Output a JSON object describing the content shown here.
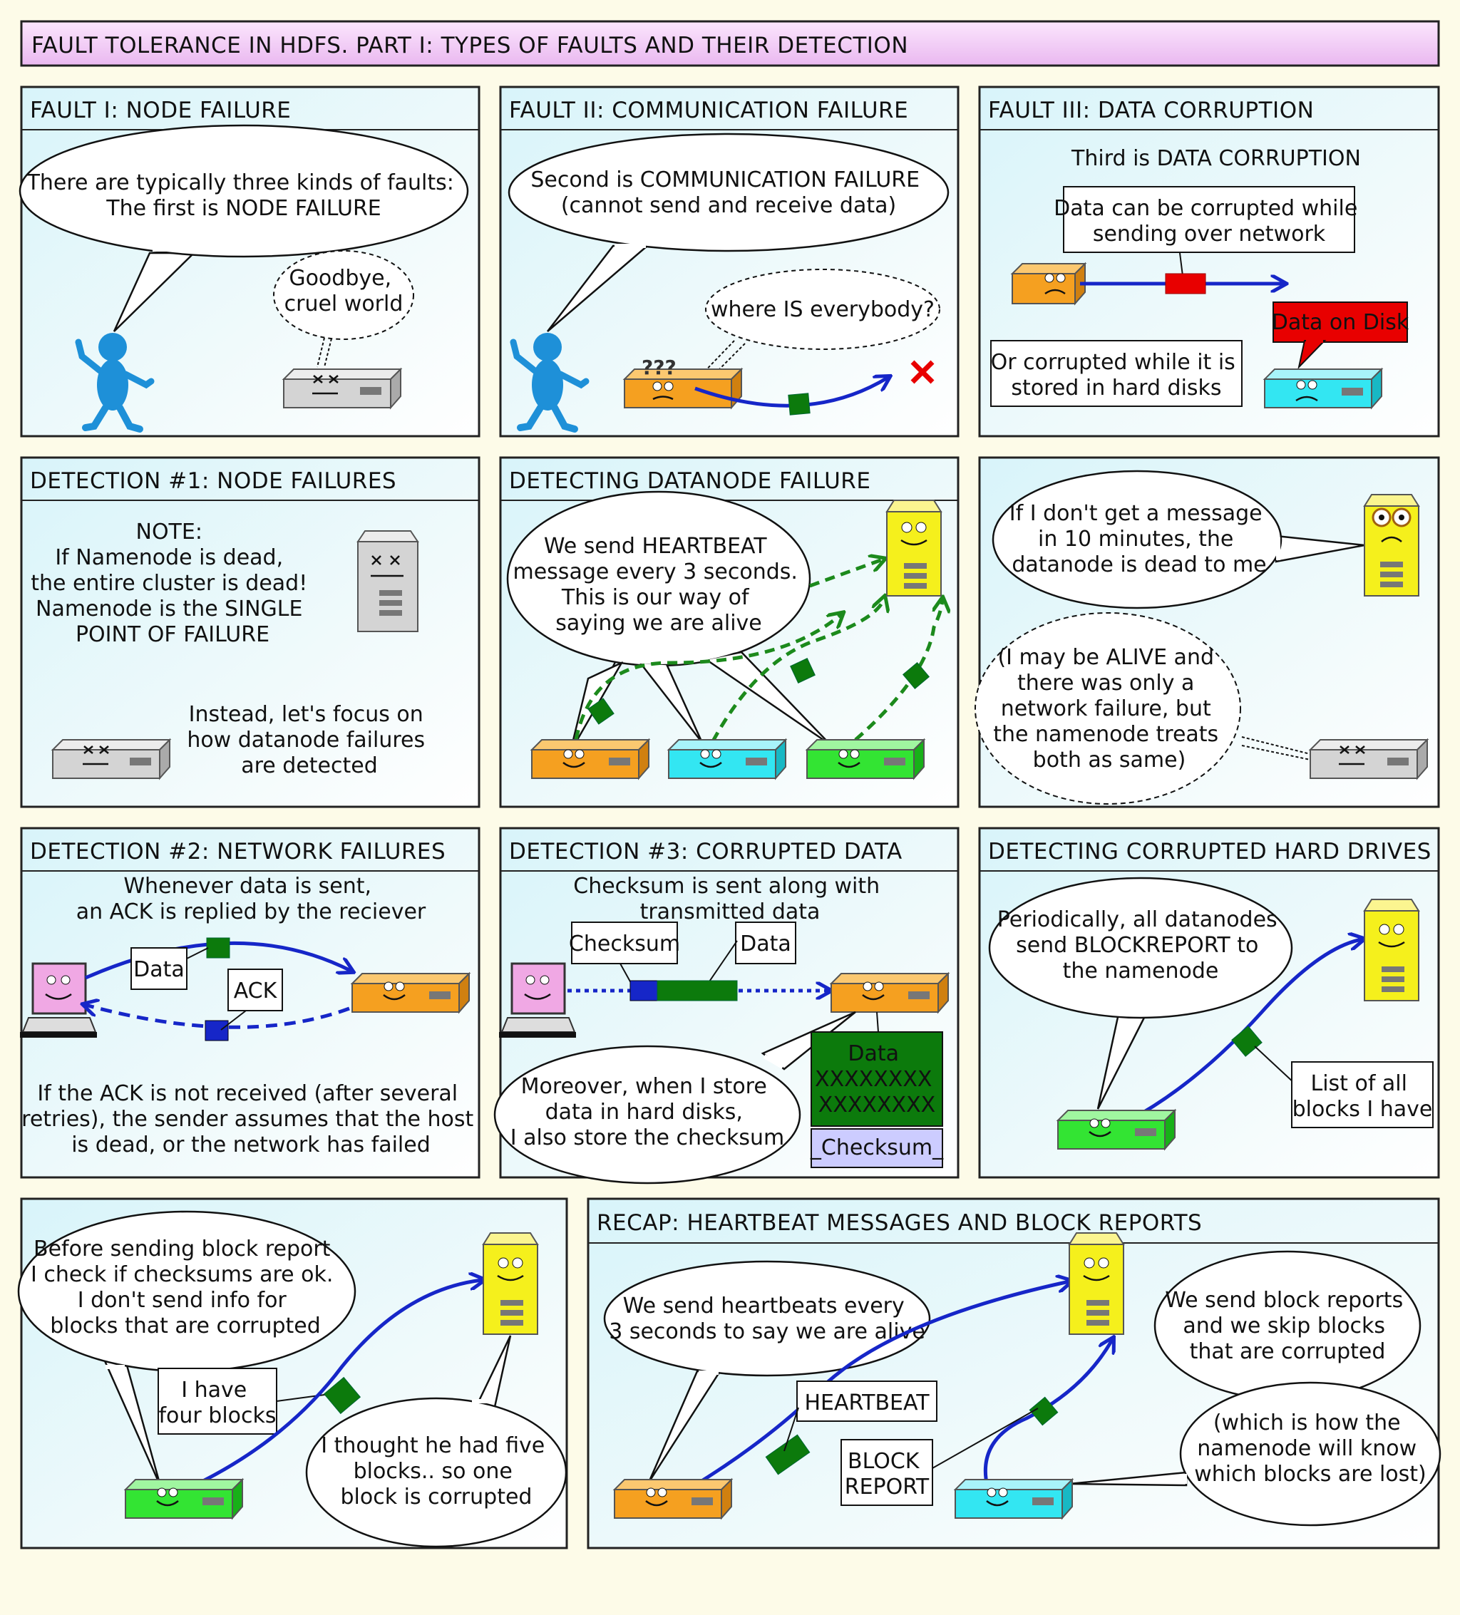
{
  "title": "FAULT TOLERANCE IN HDFS. PART I: TYPES OF FAULTS AND THEIR DETECTION",
  "panels": {
    "p1": {
      "title": "FAULT I: NODE FAILURE",
      "speech": [
        "There are typically three kinds of faults:",
        "The first is NODE FAILURE"
      ],
      "thought": [
        "Goodbye,",
        "cruel world"
      ]
    },
    "p2": {
      "title": "FAULT II: COMMUNICATION FAILURE",
      "speech": [
        "Second is COMMUNICATION FAILURE",
        "(cannot send and receive data)"
      ],
      "thought": [
        "where IS everybody?"
      ],
      "marks": "???"
    },
    "p3": {
      "title": "FAULT III: DATA CORRUPTION",
      "intro": "Third is DATA CORRUPTION",
      "box1": [
        "Data can be corrupted while",
        "sending over network"
      ],
      "box2": [
        "Or corrupted while it is",
        "stored in hard disks"
      ],
      "red_label": "Data on Disk"
    },
    "p4": {
      "title": "DETECTION #1: NODE FAILURES",
      "note": [
        "NOTE:",
        "If Namenode is dead,",
        "the entire cluster is dead!",
        "Namenode is the SINGLE",
        "POINT OF FAILURE"
      ],
      "focus": [
        "Instead, let's focus on",
        "how datanode failures",
        "are detected"
      ]
    },
    "p5": {
      "title": "DETECTING DATANODE FAILURE",
      "speech": [
        "We send HEARTBEAT",
        "message every 3 seconds.",
        "This is our way of",
        "saying we are alive"
      ]
    },
    "p6": {
      "speech": [
        "If I don't get a message",
        "in 10 minutes, the",
        "datanode is dead to me"
      ],
      "thought": [
        "(I may be ALIVE and",
        "there was only a",
        "network failure, but",
        "the namenode treats",
        "both as same)"
      ]
    },
    "p7": {
      "title": "DETECTION #2: NETWORK FAILURES",
      "top": [
        "Whenever data is sent,",
        "an ACK is replied by the reciever"
      ],
      "label_data": "Data",
      "label_ack": "ACK",
      "bottom": [
        "If the ACK is not received (after several",
        "retries), the sender assumes that the host",
        "is dead, or the network has failed"
      ]
    },
    "p8": {
      "title": "DETECTION #3: CORRUPTED DATA",
      "top": [
        "Checksum is sent along with",
        "transmitted data"
      ],
      "label_checksum": "Checksum",
      "label_data": "Data",
      "speech": [
        "Moreover, when I store",
        "data in hard disks,",
        "I also store the checksum"
      ],
      "disk_data": [
        "Data",
        "XXXXXXXX",
        "XXXXXXXX"
      ],
      "disk_checksum": "_Checksum_"
    },
    "p9": {
      "title": "DETECTING CORRUPTED HARD DRIVES",
      "speech": [
        "Periodically, all datanodes",
        "send BLOCKREPORT to",
        "the namenode"
      ],
      "label": [
        "List of all",
        "blocks I have"
      ]
    },
    "p10": {
      "speech1": [
        "Before sending block report",
        "I check if checksums are ok.",
        "I don't send info for",
        "blocks that are corrupted"
      ],
      "label": [
        "I have",
        "four blocks"
      ],
      "speech2": [
        "I thought he had five",
        "blocks.. so one",
        "block is corrupted"
      ]
    },
    "p11": {
      "title": "RECAP: HEARTBEAT MESSAGES AND BLOCK REPORTS",
      "speech1": [
        "We send heartbeats every",
        "3 seconds to say we are alive"
      ],
      "label_hb": "HEARTBEAT",
      "label_br": [
        "BLOCK",
        "REPORT"
      ],
      "speech2": [
        "We send block reports",
        "and we skip blocks",
        "that are corrupted"
      ],
      "speech3": [
        "(which is how the",
        "namenode will know",
        "which blocks are lost)"
      ]
    }
  },
  "colors": {
    "page_bg": "#fdfbe8",
    "panel_bg": "#eaf8fb",
    "title_bg": "#f2c8f6",
    "orange": "#f5a020",
    "cyan": "#33e6f2",
    "green": "#33e433",
    "grey": "#d4d4d4",
    "yellow": "#f5f01c",
    "person": "#1e90d8",
    "arrow": "#1626c8",
    "packet": "#0c7a0c",
    "red": "#e80000",
    "dashed_green": "#1c8a1c",
    "laptop": "#f0a8e4"
  }
}
